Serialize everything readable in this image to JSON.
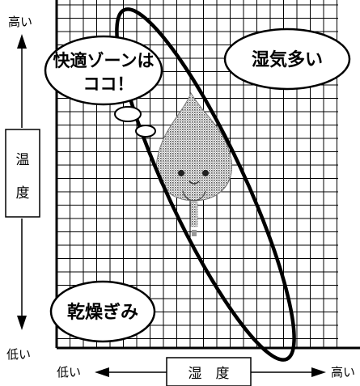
{
  "temperature_axis": {
    "high": "高い",
    "low": "低い",
    "label_chars": [
      "温",
      "度"
    ]
  },
  "humidity_axis": {
    "low": "低い",
    "high": "高い",
    "label": "湿　度"
  },
  "bubbles": {
    "comfort_zone_line1": "快適ゾーンは",
    "comfort_zone_line2": "ココ！",
    "humid": "湿気多い",
    "dry": "乾燥ぎみ"
  },
  "colors": {
    "ink": "#000000",
    "background": "#ffffff",
    "mascot_gray": "#9a9a9a"
  },
  "icons": [
    "water-drop-mascot-icon"
  ]
}
